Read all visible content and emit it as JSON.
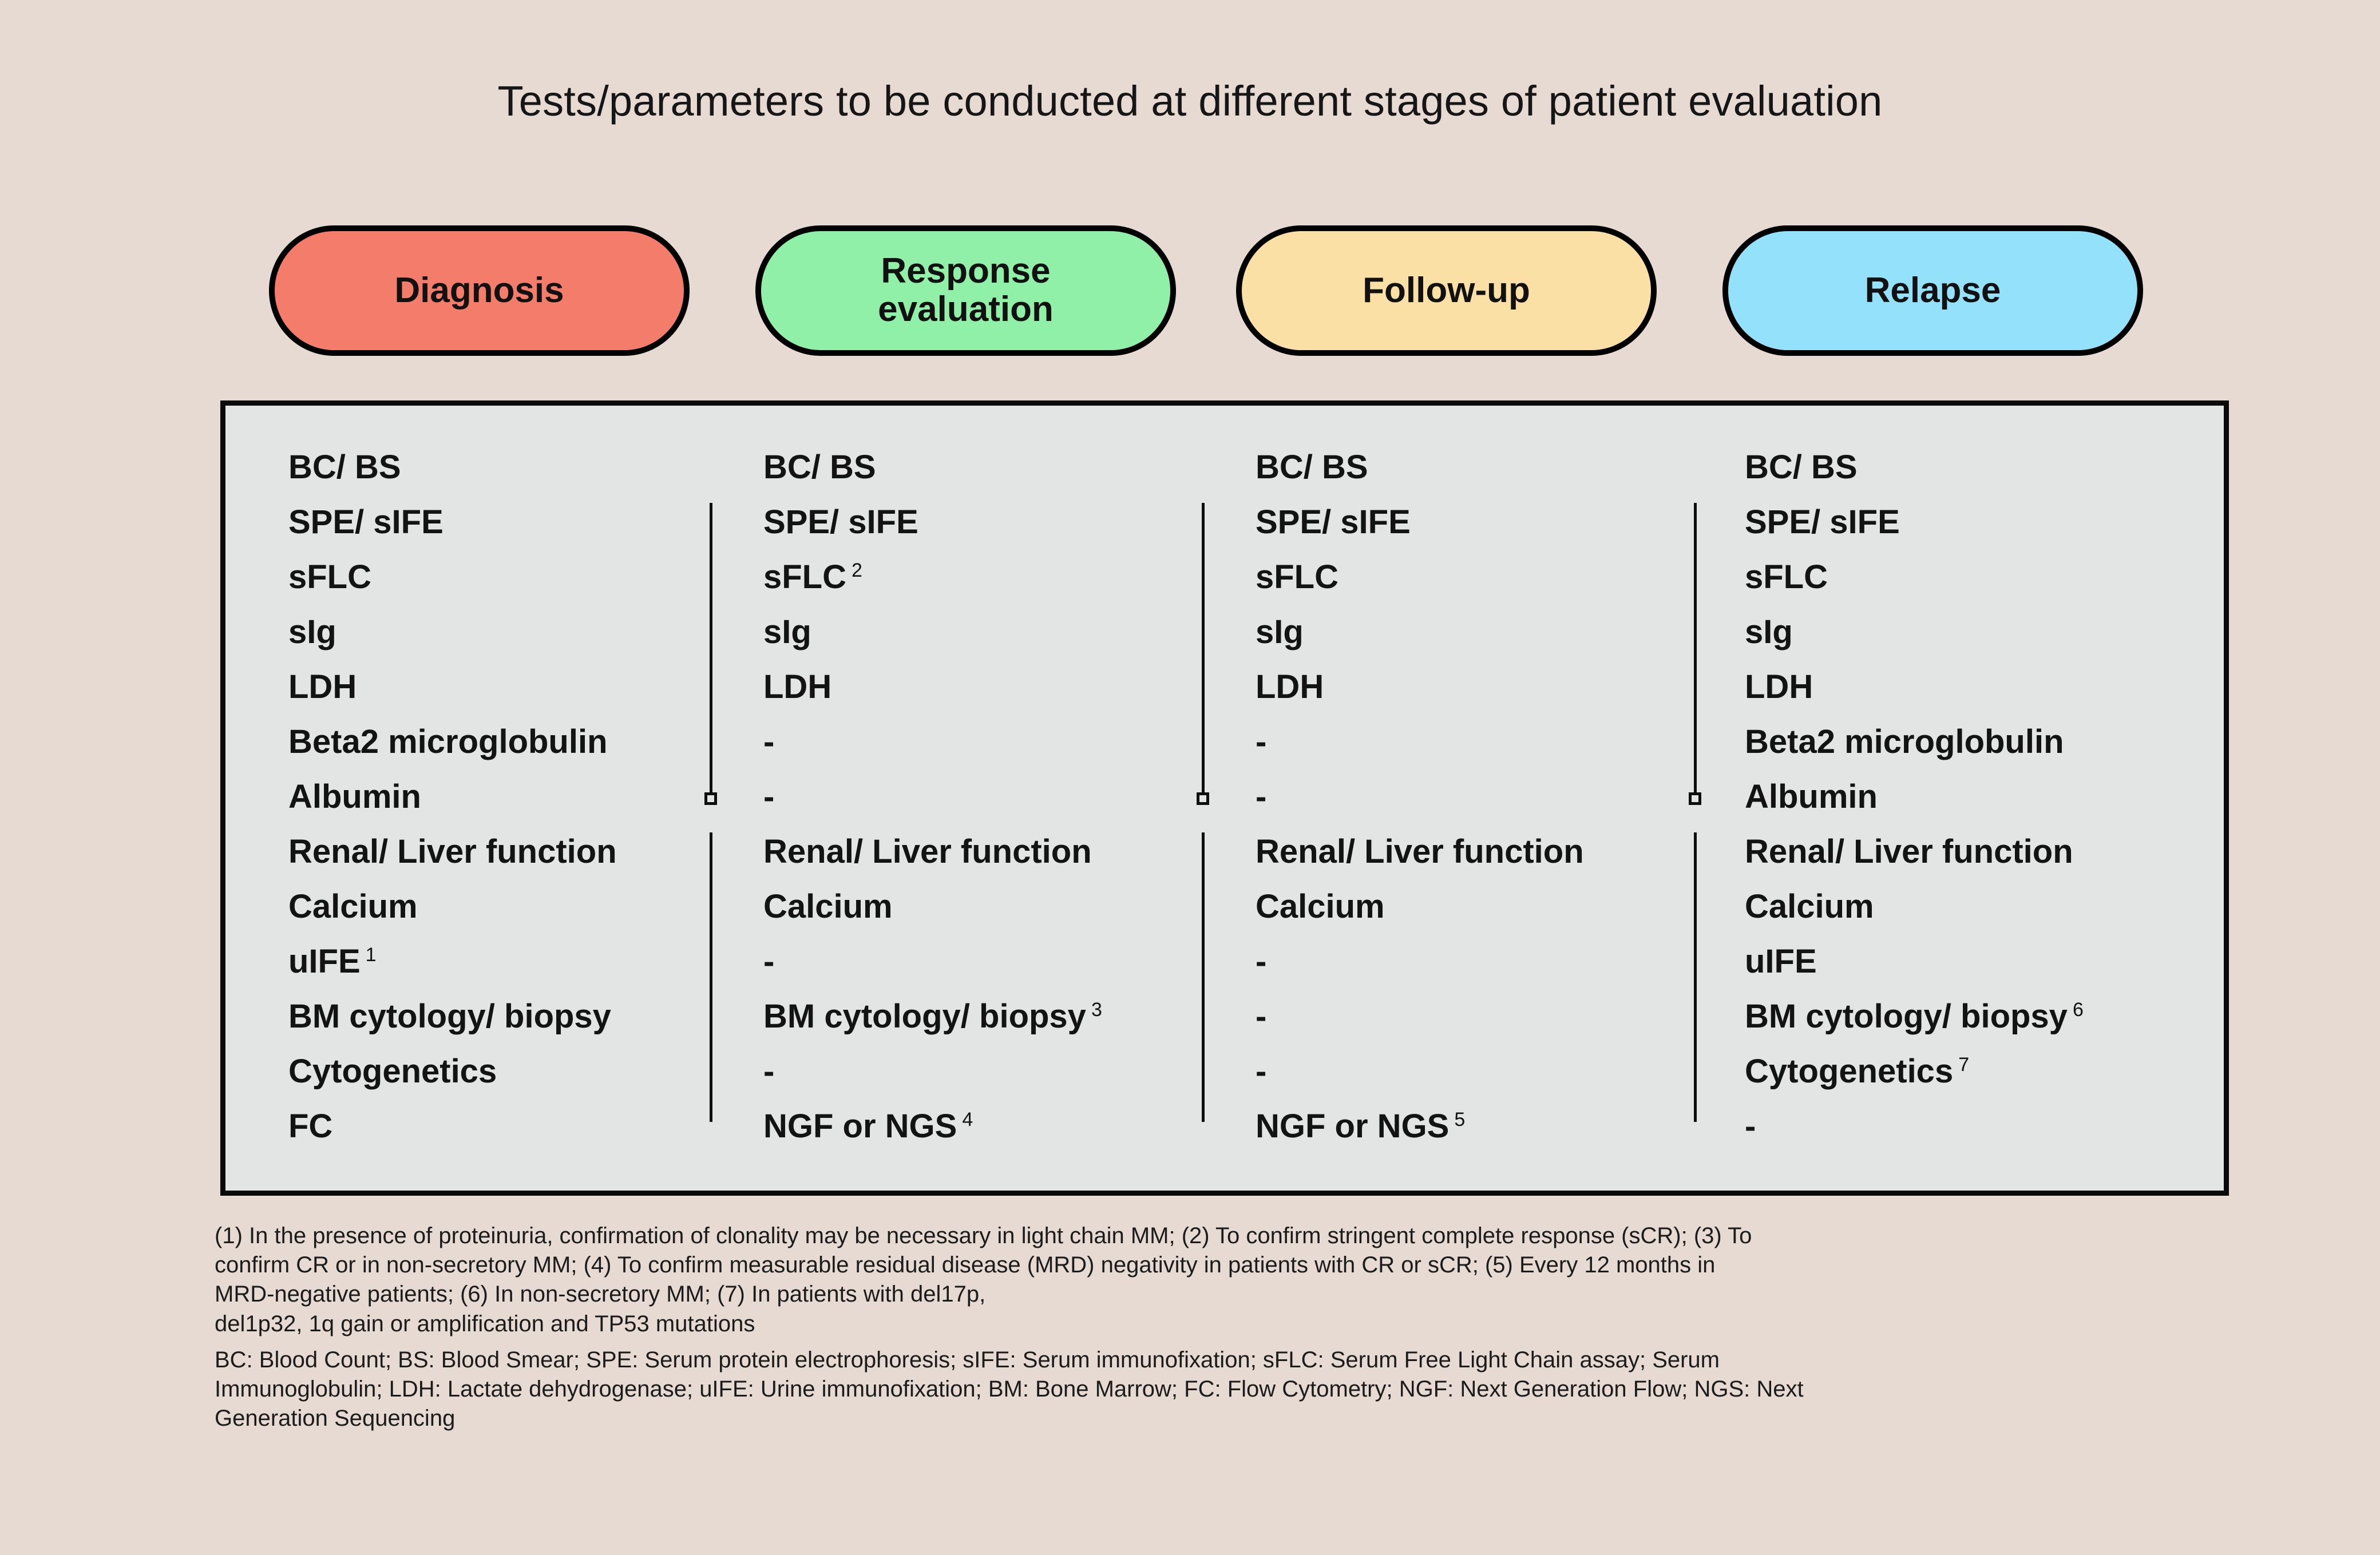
{
  "title": "Tests/parameters to be conducted at different stages of patient evaluation",
  "stages": [
    {
      "label": "Diagnosis",
      "color": "#F47C6B"
    },
    {
      "label": "Response\nevaluation",
      "color": "#91F0A8"
    },
    {
      "label": "Follow-up",
      "color": "#FBE0A6"
    },
    {
      "label": "Relapse",
      "color": "#93E1FB"
    }
  ],
  "panel": {
    "background": "#E3E4E4",
    "border_color": "#0A0A0A"
  },
  "columns": [
    {
      "stage": "Diagnosis",
      "items": [
        {
          "text": "BC/ BS",
          "sup": ""
        },
        {
          "text": "SPE/ sIFE",
          "sup": ""
        },
        {
          "text": "sFLC",
          "sup": ""
        },
        {
          "text": "sIg",
          "sup": ""
        },
        {
          "text": "LDH",
          "sup": ""
        },
        {
          "text": "Beta2 microglobulin",
          "sup": ""
        },
        {
          "text": "Albumin",
          "sup": ""
        },
        {
          "text": "Renal/ Liver function",
          "sup": ""
        },
        {
          "text": "Calcium",
          "sup": ""
        },
        {
          "text": "uIFE",
          "sup": "1"
        },
        {
          "text": "BM cytology/ biopsy",
          "sup": ""
        },
        {
          "text": "Cytogenetics",
          "sup": ""
        },
        {
          "text": "FC",
          "sup": ""
        }
      ]
    },
    {
      "stage": "Response evaluation",
      "items": [
        {
          "text": "BC/ BS",
          "sup": ""
        },
        {
          "text": "SPE/ sIFE",
          "sup": ""
        },
        {
          "text": "sFLC",
          "sup": "2"
        },
        {
          "text": "sIg",
          "sup": ""
        },
        {
          "text": "LDH",
          "sup": ""
        },
        {
          "text": "-",
          "sup": ""
        },
        {
          "text": "-",
          "sup": ""
        },
        {
          "text": "Renal/ Liver function",
          "sup": ""
        },
        {
          "text": "Calcium",
          "sup": ""
        },
        {
          "text": "-",
          "sup": ""
        },
        {
          "text": "BM cytology/ biopsy",
          "sup": "3"
        },
        {
          "text": "-",
          "sup": ""
        },
        {
          "text": "NGF or NGS",
          "sup": "4"
        }
      ]
    },
    {
      "stage": "Follow-up",
      "items": [
        {
          "text": "BC/ BS",
          "sup": ""
        },
        {
          "text": "SPE/ sIFE",
          "sup": ""
        },
        {
          "text": "sFLC",
          "sup": ""
        },
        {
          "text": "sIg",
          "sup": ""
        },
        {
          "text": "LDH",
          "sup": ""
        },
        {
          "text": "-",
          "sup": ""
        },
        {
          "text": "-",
          "sup": ""
        },
        {
          "text": "Renal/ Liver function",
          "sup": ""
        },
        {
          "text": "Calcium",
          "sup": ""
        },
        {
          "text": "-",
          "sup": ""
        },
        {
          "text": "-",
          "sup": ""
        },
        {
          "text": "-",
          "sup": ""
        },
        {
          "text": "NGF or NGS",
          "sup": "5"
        }
      ]
    },
    {
      "stage": "Relapse",
      "items": [
        {
          "text": "BC/ BS",
          "sup": ""
        },
        {
          "text": "SPE/ sIFE",
          "sup": ""
        },
        {
          "text": "sFLC",
          "sup": ""
        },
        {
          "text": "sIg",
          "sup": ""
        },
        {
          "text": "LDH",
          "sup": ""
        },
        {
          "text": "Beta2 microglobulin",
          "sup": ""
        },
        {
          "text": "Albumin",
          "sup": ""
        },
        {
          "text": "Renal/ Liver function",
          "sup": ""
        },
        {
          "text": "Calcium",
          "sup": ""
        },
        {
          "text": "uIFE",
          "sup": ""
        },
        {
          "text": "BM cytology/ biopsy",
          "sup": "6"
        },
        {
          "text": "Cytogenetics",
          "sup": "7"
        },
        {
          "text": "-",
          "sup": ""
        }
      ]
    }
  ],
  "footnotes": {
    "line1": "(1) In the presence of proteinuria, confirmation of clonality may be necessary in light chain MM; (2) To confirm stringent complete response (sCR); (3)  To",
    "line2": "confirm CR or in non-secretory MM; (4) To confirm measurable residual disease (MRD) negativity in patients with CR or sCR; (5) Every 12 months in",
    "line3": "MRD-negative patients; (6) In non-secretory MM; (7) In patients with del17p,",
    "line4": "del1p32, 1q gain or amplification and TP53 mutations",
    "line5": "BC: Blood Count; BS: Blood Smear; SPE: Serum protein electrophoresis; sIFE: Serum immunofixation; sFLC: Serum Free Light Chain assay; Serum",
    "line6": "Immunoglobulin; LDH: Lactate dehydrogenase; uIFE: Urine immunofixation;  BM: Bone Marrow; FC: Flow Cytometry;   NGF: Next Generation Flow; NGS: Next",
    "line7": "Generation Sequencing"
  }
}
